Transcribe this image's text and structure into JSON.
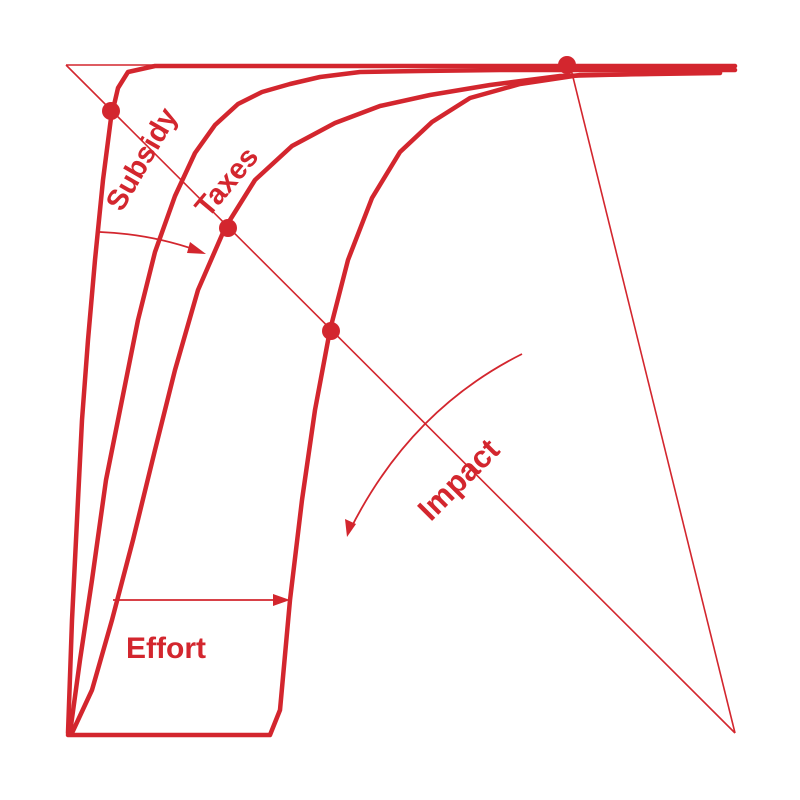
{
  "diagram": {
    "accent_color": "#d3262e",
    "labels": {
      "subsidy": "Subsidy",
      "taxes": "Taxes",
      "impact": "Impact",
      "effort": "Effort"
    }
  }
}
